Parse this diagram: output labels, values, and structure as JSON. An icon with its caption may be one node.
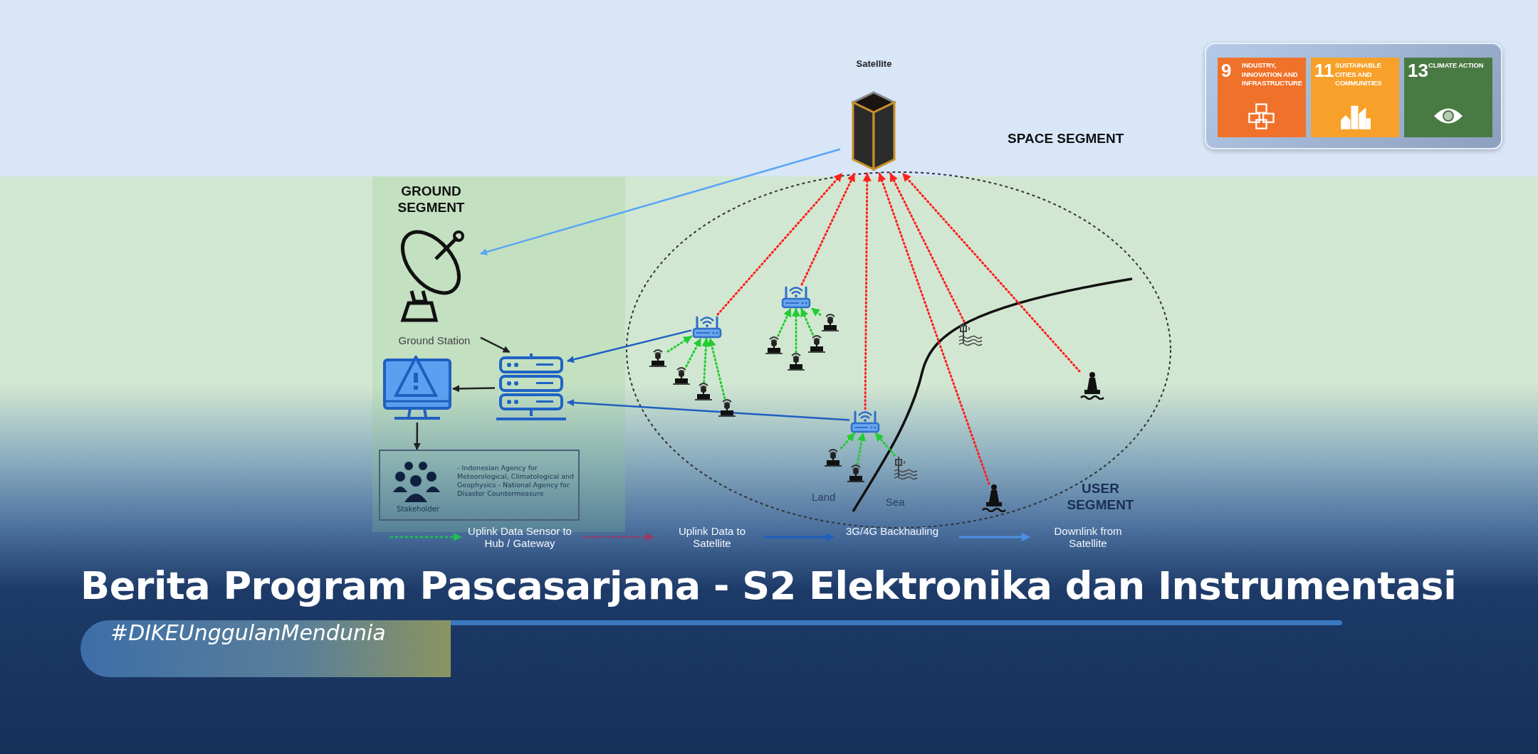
{
  "diagram": {
    "title": "Berita Program Pascasarjana - S2 Elektronika dan Instrumentasi",
    "nodes": [
      {
        "text": [],
        "shape": "box"
      },
      {
        "text": [
          "9",
          "INDUSTRY, INNOVATION AND INFRASTRUCTURE"
        ],
        "in": 0
      },
      {
        "text": [
          "11",
          "SUSTAINABLE CITIES AND COMMUNITIES"
        ],
        "in": 0
      },
      {
        "text": [
          "13",
          "CLIMATE ACTION"
        ],
        "in": 0
      },
      {
        "text": [
          "Satellite"
        ]
      },
      {
        "text": [
          "Ground Station"
        ]
      },
      {
        "text": [],
        "shape": "picture"
      },
      {
        "text": [],
        "shape": "picture"
      },
      {
        "text": [
          "Stakeholder",
          "- Indonesian Agency for Meteorological, Climatological and Geophysics - National Agency for Disaster Countermeasure"
        ]
      },
      {
        "text": [],
        "shape": "picture"
      },
      {
        "text": [],
        "shape": "picture"
      },
      {
        "text": [],
        "shape": "picture"
      },
      {
        "text": [],
        "shape": "picture"
      },
      {
        "text": [],
        "shape": "picture"
      },
      {
        "text": [],
        "shape": "picture"
      },
      {
        "text": [],
        "shape": "picture"
      },
      {
        "text": [],
        "shape": "picture"
      },
      {
        "text": [],
        "shape": "picture"
      },
      {
        "text": [],
        "shape": "picture"
      },
      {
        "text": [],
        "shape": "picture"
      },
      {
        "text": [],
        "shape": "picture"
      },
      {
        "text": [],
        "shape": "picture"
      },
      {
        "text": [],
        "shape": "picture"
      },
      {
        "text": [],
        "shape": "picture"
      },
      {
        "text": [],
        "shape": "picture"
      },
      {
        "text": [],
        "shape": "picture"
      }
    ],
    "edges": [
      {
        "from": 4,
        "to": 5,
        "arrow": "to",
        "color": "#5aa5f5"
      },
      {
        "from": 5,
        "to": 6,
        "arrow": "to",
        "color": "#222222"
      },
      {
        "from": 6,
        "to": 7,
        "arrow": "to",
        "color": "#222222"
      },
      {
        "from": 7,
        "to": 8,
        "arrow": "to",
        "color": "#222222"
      },
      {
        "from": 9,
        "to": 6,
        "arrow": "to",
        "color": "#1f5fbf"
      },
      {
        "from": 11,
        "to": 6,
        "arrow": "to",
        "color": "#1f5fbf"
      },
      {
        "from": 9,
        "to": 4,
        "arrow": "to",
        "style": "dashed",
        "color": "#ff2020"
      },
      {
        "from": 10,
        "to": 4,
        "arrow": "to",
        "style": "dashed",
        "color": "#ff2020"
      },
      {
        "from": 11,
        "to": 4,
        "arrow": "to",
        "style": "dashed",
        "color": "#ff2020"
      },
      {
        "from": 23,
        "to": 4,
        "arrow": "to",
        "style": "dashed",
        "color": "#ff2020"
      },
      {
        "from": 25,
        "to": 4,
        "arrow": "to",
        "style": "dashed",
        "color": "#ff2020"
      },
      {
        "from": 24,
        "to": 4,
        "arrow": "to",
        "style": "dashed",
        "color": "#ff2020"
      },
      {
        "from": 12,
        "to": 9,
        "arrow": "to",
        "style": "dashed"
      },
      {
        "from": 13,
        "to": 9,
        "arrow": "to",
        "style": "dashed"
      },
      {
        "from": 14,
        "to": 9,
        "arrow": "to",
        "style": "dashed"
      },
      {
        "from": 15,
        "to": 9,
        "arrow": "to",
        "style": "dashed"
      },
      {
        "from": 16,
        "to": 10,
        "arrow": "to",
        "style": "dashed"
      },
      {
        "from": 17,
        "to": 10,
        "arrow": "to",
        "style": "dashed"
      },
      {
        "from": 18,
        "to": 10,
        "arrow": "to",
        "style": "dashed"
      },
      {
        "from": 19,
        "to": 10,
        "arrow": "to",
        "style": "dashed"
      },
      {
        "from": 20,
        "to": 11,
        "arrow": "to",
        "style": "dashed"
      },
      {
        "from": 21,
        "to": 11,
        "arrow": "to",
        "style": "dashed"
      },
      {
        "from": 22,
        "to": 11,
        "arrow": "to",
        "style": "dashed"
      }
    ],
    "labels": [
      "SPACE SEGMENT",
      "GROUND SEGMENT",
      "USER SEGMENT",
      "Land",
      "Sea",
      "#DIKEUnggulanMendunia"
    ],
    "legend": [
      {
        "text": "Uplink Data Sensor to Hub / Gateway"
      },
      {
        "text": "Uplink Data to Satellite"
      },
      {
        "text": "3G/4G Backhauling"
      },
      {
        "text": "Downlink from Satellite"
      }
    ]
  }
}
